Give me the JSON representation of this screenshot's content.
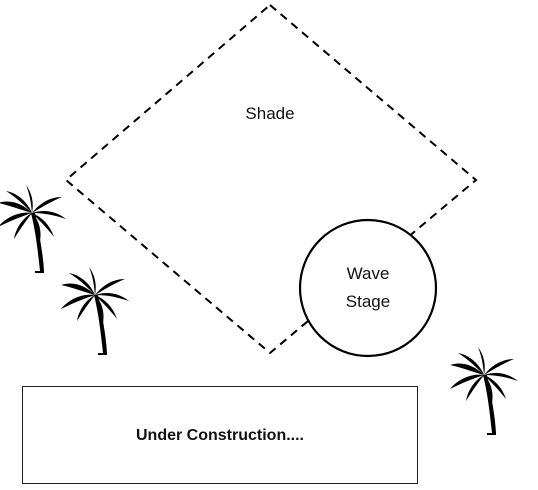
{
  "map": {
    "shade_area": {
      "label": "Shade"
    },
    "wave_stage": {
      "label_line1": "Wave",
      "label_line2": "Stage"
    },
    "construction_zone": {
      "label": "Under Construction...."
    },
    "palm_tree_icon": "palm-tree-icon",
    "stroke_color": "#000000"
  }
}
